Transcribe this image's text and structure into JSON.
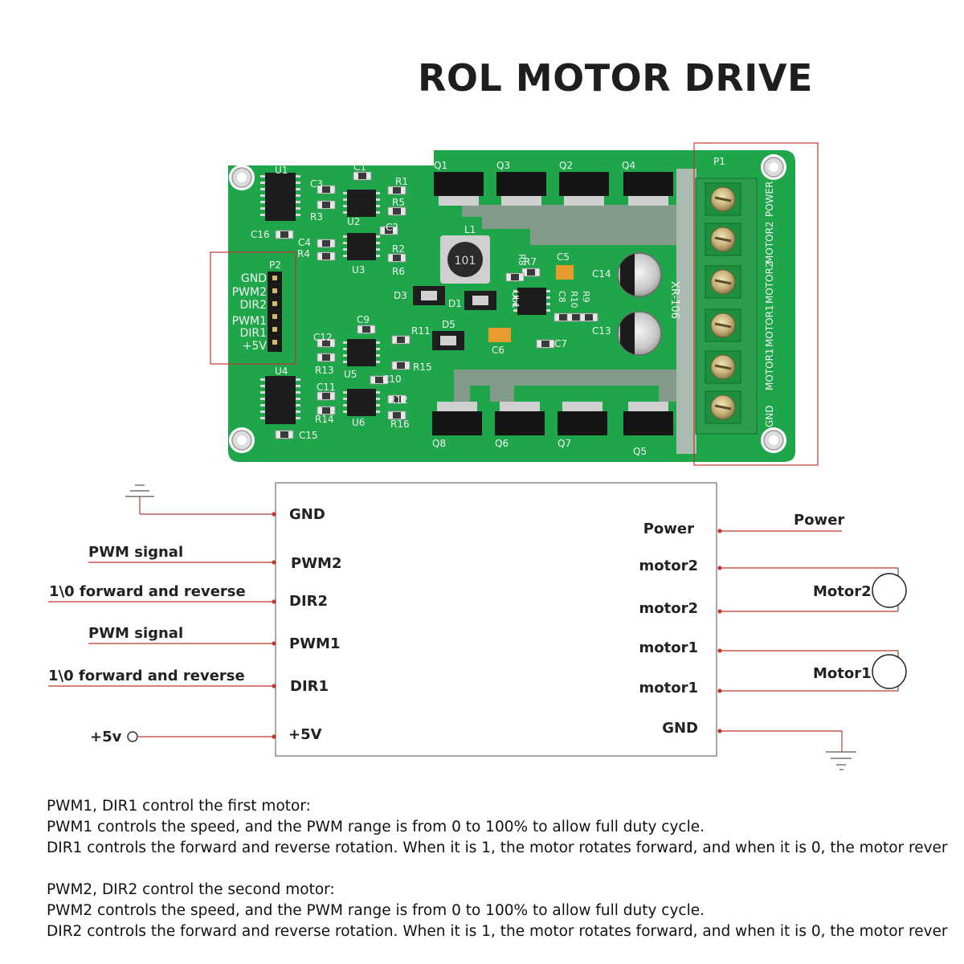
{
  "title": "ROL MOTOR DRIVE",
  "colors": {
    "pcb": "#1aa34a",
    "pcb_dark": "#128a3c",
    "terminal": "#2aa24a",
    "wire": "#c0392b",
    "box_border": "#888888"
  },
  "board": {
    "silk_label": "XR-106",
    "connector_name": "P2",
    "pin_labels": [
      "GND",
      "PWM2",
      "DIR2",
      "PWM1",
      "DIR1",
      "+5V"
    ],
    "terminal_name": "P1",
    "terminal_labels": [
      "POWER",
      "MOTOR2",
      "MOTOR2",
      "MOTOR1",
      "MOTOR1",
      "GND"
    ],
    "components": {
      "u1": "U1",
      "u2": "U2",
      "u3": "U3",
      "u4": "U4",
      "u5": "U5",
      "u6": "U6",
      "q1": "Q1",
      "q2": "Q2",
      "q3": "Q3",
      "q4": "Q4",
      "q5": "Q5",
      "q6": "Q6",
      "q7": "Q7",
      "q8": "Q8",
      "l1": "L1",
      "inductor_code": "101",
      "c1": "C1",
      "c2": "C2",
      "c3": "C3",
      "c4": "C4",
      "c5": "C5",
      "c6": "C6",
      "c7": "C7",
      "c8": "C8",
      "c9": "C9",
      "c10": "C10",
      "c11": "C11",
      "c12": "C12",
      "c13": "C13",
      "c14": "C14",
      "c15": "C15",
      "c16": "C16",
      "r1": "R1",
      "r2": "R2",
      "r3": "R3",
      "r4": "R4",
      "r5": "R5",
      "r6": "R6",
      "r7": "R7",
      "r8": "R8",
      "r9": "R9",
      "r10": "R10",
      "r11": "R11",
      "r12": "R12",
      "r13": "R13",
      "r14": "R14",
      "r15": "R15",
      "r16": "R16",
      "d1": "D1",
      "d3": "D3",
      "d5": "D5",
      "ub1": "Ub1"
    }
  },
  "diagram": {
    "left_pins": [
      "GND",
      "PWM2",
      "DIR2",
      "PWM1",
      "DIR1",
      "+5V"
    ],
    "right_pins": [
      "Power",
      "motor2",
      "motor2",
      "motor1",
      "motor1",
      "GND"
    ],
    "left_signals": {
      "pwm2": "PWM signal",
      "dir2": "1\\0 forward and reverse",
      "pwm1": "PWM signal",
      "dir1": "1\\0 forward and reverse",
      "vcc": "+5v"
    },
    "right_signals": {
      "power": "Power",
      "motor2": "Motor2",
      "motor1": "Motor1"
    }
  },
  "description": [
    "PWM1, DIR1 control the first motor:",
    "PWM1 controls the speed, and the PWM range is from 0 to 100% to allow full duty cycle.",
    "DIR1 controls the forward and reverse rotation. When it is 1, the motor rotates forward, and when it is 0, the motor rever",
    "PWM2, DIR2 control the second motor:",
    "PWM2 controls the speed, and the PWM range is from 0 to 100% to allow full duty cycle.",
    "DIR2 controls the forward and reverse rotation. When it is 1, the motor rotates forward, and when it is 0, the motor rever"
  ]
}
